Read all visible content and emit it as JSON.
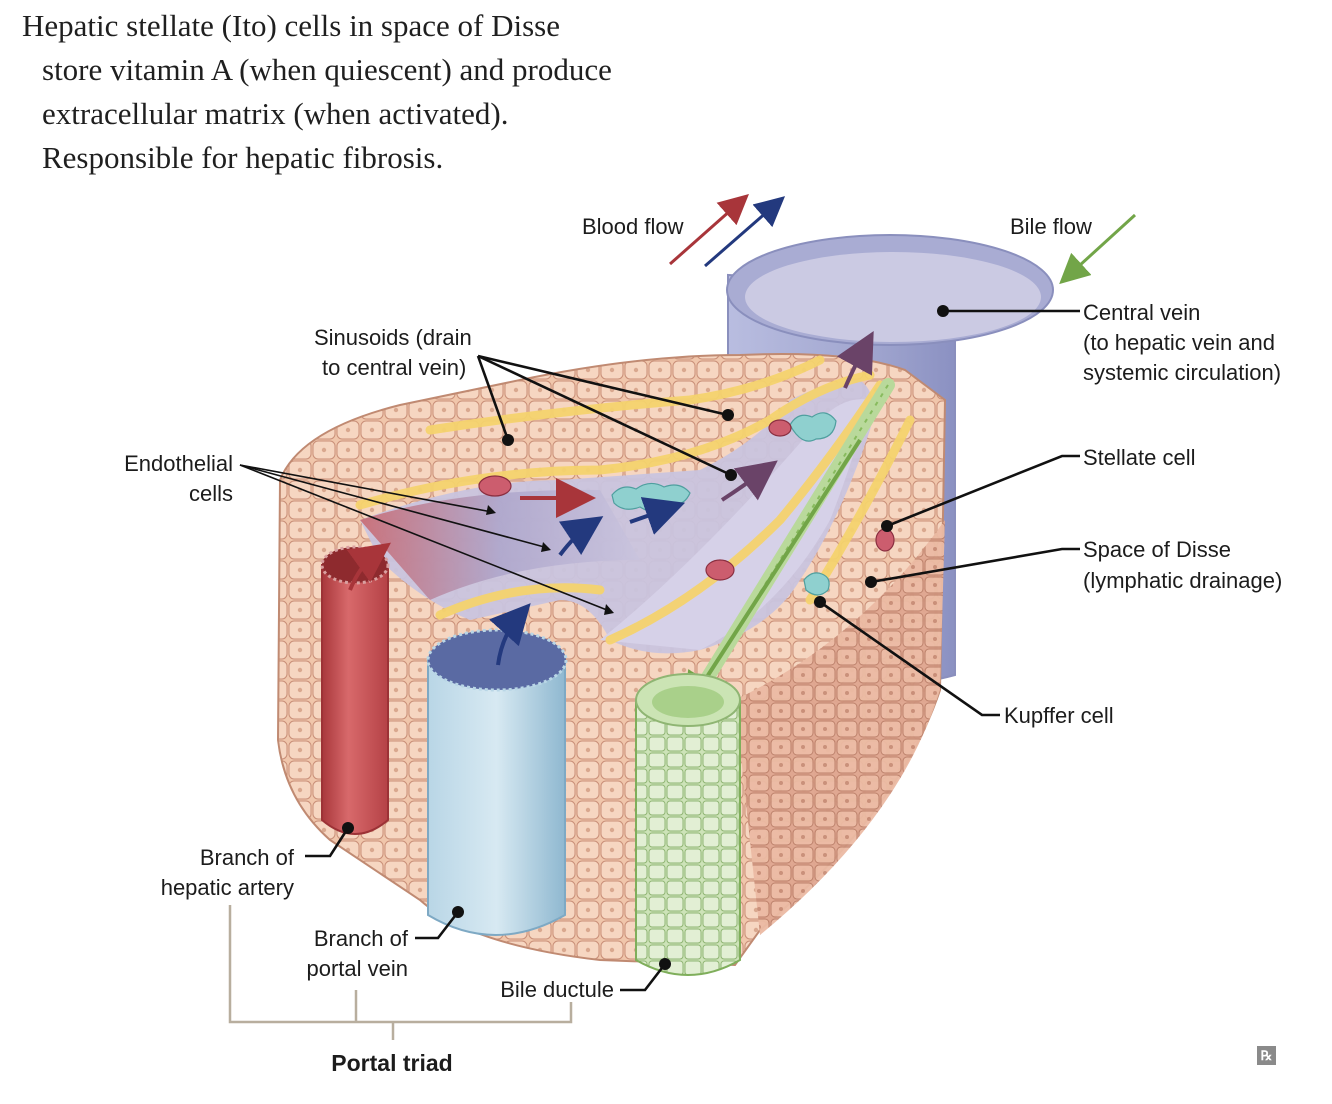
{
  "intro": {
    "line1": "Hepatic stellate (Ito) cells in space of Disse",
    "line2": "store vitamin A (when quiescent) and produce",
    "line3": "extracellular matrix (when activated).",
    "line4": "Responsible for hepatic fibrosis."
  },
  "labels": {
    "blood_flow": "Blood flow",
    "bile_flow": "Bile flow",
    "sinusoids_1": "Sinusoids (drain",
    "sinusoids_2": "to central vein)",
    "central_vein_1": "Central vein",
    "central_vein_2": "(to hepatic vein and",
    "central_vein_3": "systemic circulation)",
    "endothelial_1": "Endothelial",
    "endothelial_2": "cells",
    "stellate": "Stellate cell",
    "disse_1": "Space of Disse",
    "disse_2": "(lymphatic drainage)",
    "kupffer": "Kupffer cell",
    "hepatic_artery_1": "Branch of",
    "hepatic_artery_2": "hepatic artery",
    "portal_vein_1": "Branch of",
    "portal_vein_2": "portal vein",
    "bile_ductule": "Bile ductule",
    "portal_triad": "Portal triad"
  },
  "badge": {
    "text": "℞",
    "icon": "rx-icon"
  },
  "colors": {
    "arterial_blood": "#b8383e",
    "venous_blood": "#23397e",
    "bile": "#7aab4e",
    "hepatocyte": "#f0c8ae",
    "space_of_disse": "#f6d67a",
    "sinusoid": "#c9c4de",
    "central_vein": "#a6abd2"
  }
}
